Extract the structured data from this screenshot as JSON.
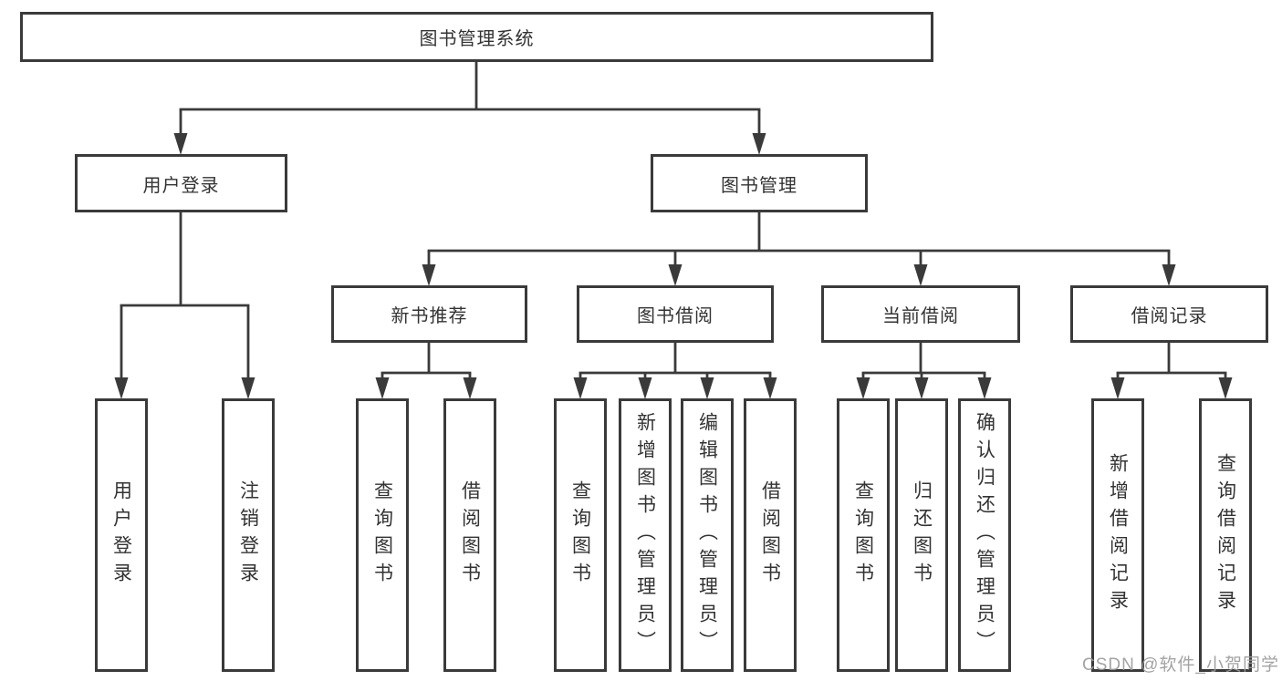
{
  "diagram": {
    "title": "图书管理系统",
    "root": {
      "label": "图书管理系统"
    },
    "branches": {
      "user_login": {
        "label": "用户登录",
        "children": [
          {
            "label": "用户登录"
          },
          {
            "label": "注销登录"
          }
        ]
      },
      "book_management": {
        "label": "图书管理",
        "children": [
          {
            "label": "新书推荐",
            "children": [
              {
                "label": "查询图书"
              },
              {
                "label": "借阅图书"
              }
            ]
          },
          {
            "label": "图书借阅",
            "children": [
              {
                "label": "查询图书"
              },
              {
                "label": "新增图书（管理员）"
              },
              {
                "label": "编辑图书（管理员）"
              },
              {
                "label": "借阅图书"
              }
            ]
          },
          {
            "label": "当前借阅",
            "children": [
              {
                "label": "查询图书"
              },
              {
                "label": "归还图书"
              },
              {
                "label": "确认归还（管理员）"
              }
            ]
          },
          {
            "label": "借阅记录",
            "children": [
              {
                "label": "新增借阅记录"
              },
              {
                "label": "查询借阅记录"
              }
            ]
          }
        ]
      }
    }
  },
  "watermark": {
    "text": "CSDN @软件_小贺同学"
  },
  "colors": {
    "line": "#3a3a3a",
    "text": "#333333",
    "background": "#ffffff",
    "watermark": "#9b9b9b"
  }
}
